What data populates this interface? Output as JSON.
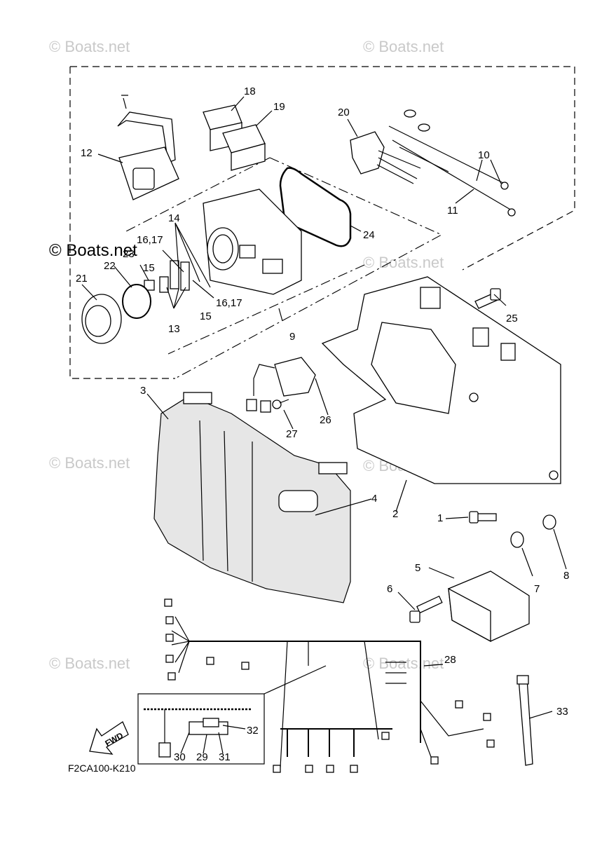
{
  "watermarks": {
    "top_left": "© Boats.net",
    "top_right": "© Boats.net",
    "mid_left": "© Boats.net",
    "mid_center": "© Boats.net",
    "lower_left": "© Boats.net",
    "lower_center": "© Boats.net",
    "bottom_left": "© Boats.net",
    "bottom_center": "© Boats.net"
  },
  "diagram_code": "F2CA100-K210",
  "fwd_label": "FWD",
  "callouts": {
    "c1": "1",
    "c2": "2",
    "c3": "3",
    "c4": "4",
    "c5": "5",
    "c6": "6",
    "c7": "7",
    "c8": "8",
    "c9": "9",
    "c10": "10",
    "c11": "11",
    "c12": "12",
    "c13": "13",
    "c14": "14",
    "c15a": "15",
    "c15b": "15",
    "c1617a": "16,17",
    "c1617b": "16,17",
    "c18": "18",
    "c19": "19",
    "c20": "20",
    "c21": "21",
    "c22": "22",
    "c23": "23",
    "c24": "24",
    "c25": "25",
    "c26": "26",
    "c27": "27",
    "c28": "28",
    "c29": "29",
    "c30": "30",
    "c31": "31",
    "c32": "32",
    "c33": "33"
  }
}
